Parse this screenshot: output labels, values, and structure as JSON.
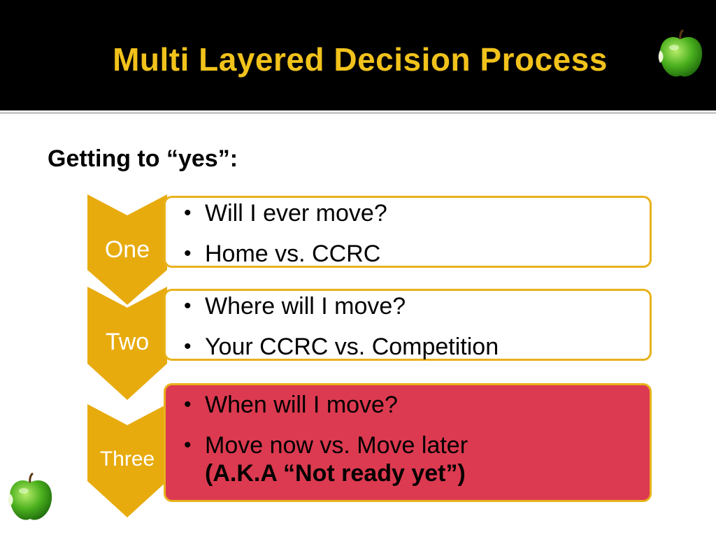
{
  "slide": {
    "title": "Multi Layered Decision Process",
    "subtitle": "Getting to “yes”:"
  },
  "colors": {
    "title_bar": "#000000",
    "title_text": "#f1c21b",
    "chevron": "#e8ab0e",
    "box_border": "#e8b21c",
    "highlight_fill": "#dc3a50"
  },
  "icons": [
    "green-apple-icon",
    "green-apple-icon"
  ],
  "steps": [
    {
      "label": "One",
      "bullets": [
        "Will I ever move?",
        "Home vs. CCRC"
      ]
    },
    {
      "label": "Two",
      "bullets": [
        "Where will I move?",
        "Your CCRC vs. Competition"
      ]
    },
    {
      "label": "Three",
      "bullets": [
        "When will I move?",
        "Move now vs. Move later"
      ],
      "emphasis": "(A.K.A “Not ready yet”)",
      "highlighted": true
    }
  ]
}
